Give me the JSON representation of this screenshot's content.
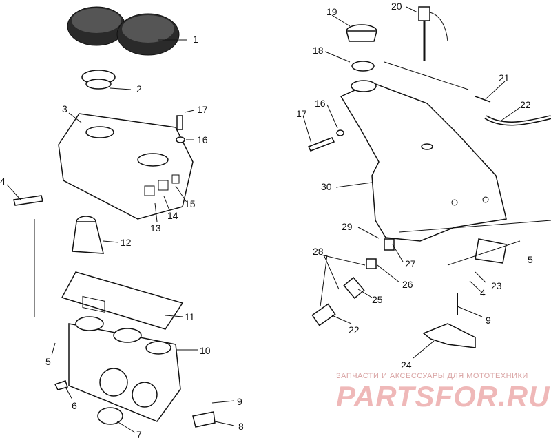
{
  "callouts": {
    "c1": "1",
    "c2": "2",
    "c3": "3",
    "c4_left": "4",
    "c5_left": "5",
    "c6": "6",
    "c7": "7",
    "c8": "8",
    "c9_left": "9",
    "c10": "10",
    "c11": "11",
    "c12": "12",
    "c13": "13",
    "c14": "14",
    "c15": "15",
    "c16_left": "16",
    "c17_left": "17",
    "c16_right": "16",
    "c17_right": "17",
    "c18": "18",
    "c19": "19",
    "c20": "20",
    "c21": "21",
    "c22_top": "22",
    "c22_bottom": "22",
    "c23": "23",
    "c24": "24",
    "c25": "25",
    "c26": "26",
    "c27": "27",
    "c28": "28",
    "c29": "29",
    "c30": "30",
    "c4_right": "4",
    "c5_right": "5",
    "c9_right": "9"
  },
  "watermark": {
    "caption": "ЗАПЧАСТИ И АКСЕССУАРЫ ДЛЯ МОТОТЕХНИКИ",
    "logo": "PARTSFOR.RU",
    "color": "#e8a0a0"
  }
}
